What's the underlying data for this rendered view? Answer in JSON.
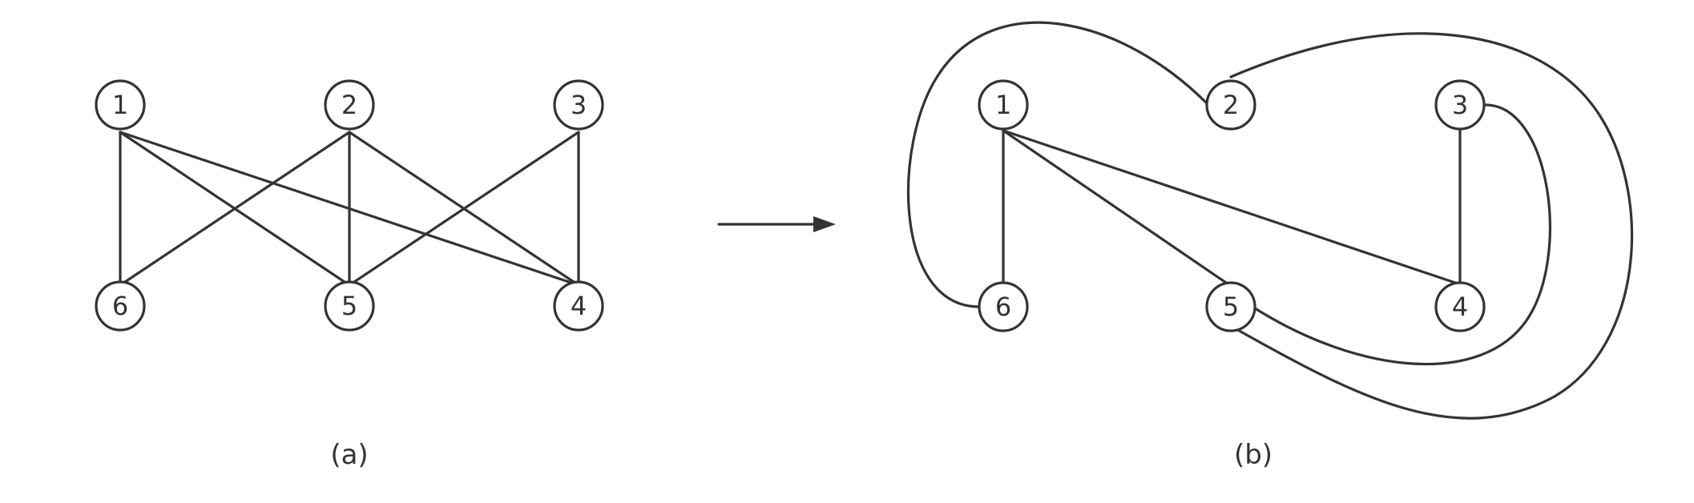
{
  "colors": {
    "stroke": "#333333",
    "background": "#ffffff"
  },
  "panel_a": {
    "caption": "(a)",
    "nodes": [
      {
        "id": "1",
        "label": "1"
      },
      {
        "id": "2",
        "label": "2"
      },
      {
        "id": "3",
        "label": "3"
      },
      {
        "id": "4",
        "label": "4"
      },
      {
        "id": "5",
        "label": "5"
      },
      {
        "id": "6",
        "label": "6"
      }
    ],
    "edges": [
      [
        "1",
        "6"
      ],
      [
        "1",
        "5"
      ],
      [
        "1",
        "4"
      ],
      [
        "2",
        "6"
      ],
      [
        "2",
        "5"
      ],
      [
        "2",
        "4"
      ],
      [
        "3",
        "5"
      ],
      [
        "3",
        "4"
      ]
    ]
  },
  "arrow": {
    "icon": "right-arrow-icon"
  },
  "panel_b": {
    "caption": "(b)",
    "nodes": [
      {
        "id": "1",
        "label": "1"
      },
      {
        "id": "2",
        "label": "2"
      },
      {
        "id": "3",
        "label": "3"
      },
      {
        "id": "4",
        "label": "4"
      },
      {
        "id": "5",
        "label": "5"
      },
      {
        "id": "6",
        "label": "6"
      }
    ],
    "edges": [
      [
        "1",
        "6"
      ],
      [
        "1",
        "5"
      ],
      [
        "1",
        "4"
      ],
      [
        "3",
        "4"
      ],
      [
        "6",
        "2"
      ],
      [
        "2",
        "5"
      ],
      [
        "3",
        "5"
      ]
    ]
  }
}
